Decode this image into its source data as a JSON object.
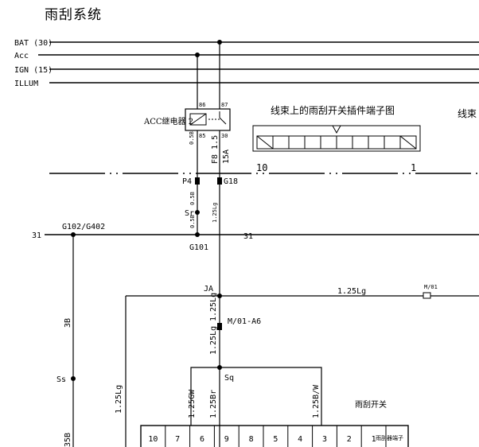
{
  "title": "雨刮系统",
  "rails": {
    "bat": "BAT (30)",
    "acc": "Acc",
    "ign": "IGN (15)",
    "illum": "ILLUM"
  },
  "relay": {
    "label": "ACC继电器 2",
    "pin86": "86",
    "pin87": "87",
    "pin85": "85",
    "pin30": "30",
    "wire85": "0.5B",
    "wire30": "F8 1.5",
    "wire30b": "15A"
  },
  "harness": {
    "caption": "线束上的雨刮开关插件端子图",
    "caption_right": "线束",
    "num_left": "10",
    "num_right": "1"
  },
  "connectors": {
    "p4": "P4",
    "g18": "G18",
    "sr": "Sr",
    "g102": "G102/G402",
    "g101": "G101",
    "ja": "JA",
    "sq": "Sq",
    "ss": "Ss",
    "m1": "M/01",
    "m1a6": "M/01-A6",
    "ground_left": "31",
    "ground_mid": "31"
  },
  "wires": {
    "w05b_a": "0.5B",
    "w05b_b": "0.5B",
    "w125lg_v": "1.25Lg",
    "w125lg_h": "1.25Lg",
    "w125lg_ja": "1.25Lg",
    "w125lg_m": "1.25Lg",
    "w125lg_left": "1.25Lg",
    "w3b": "3B",
    "w35b": "35B",
    "w125gw": "1.25GW",
    "w125br": "1.25Br",
    "w125bw": "1.25B/W"
  },
  "switch": {
    "label": "雨刮开关",
    "side_label": "雨刮器端子",
    "pins": [
      "10",
      "7",
      "6",
      "9",
      "8",
      "5",
      "4",
      "3",
      "2",
      "1"
    ]
  }
}
